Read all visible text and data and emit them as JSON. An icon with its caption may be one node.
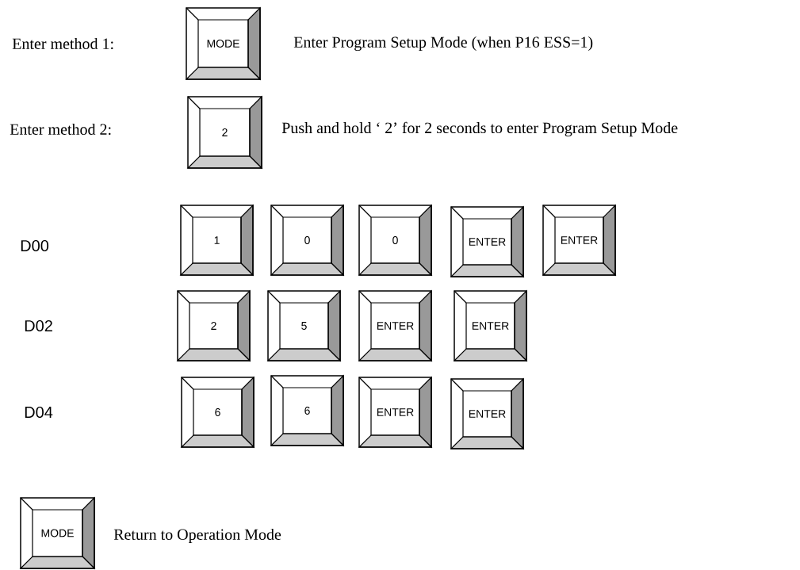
{
  "diagram": {
    "nodes": [
      {
        "text": [
          "MODE"
        ]
      },
      {
        "text": [
          "2"
        ]
      },
      {
        "text": [
          "1"
        ]
      },
      {
        "text": [
          "0"
        ]
      },
      {
        "text": [
          "0"
        ]
      },
      {
        "text": [
          "ENTER"
        ]
      },
      {
        "text": [
          "ENTER"
        ]
      },
      {
        "text": [
          "2"
        ]
      },
      {
        "text": [
          "5"
        ]
      },
      {
        "text": [
          "ENTER"
        ]
      },
      {
        "text": [
          "ENTER"
        ]
      },
      {
        "text": [
          "6"
        ]
      },
      {
        "text": [
          "6"
        ]
      },
      {
        "text": [
          "ENTER"
        ]
      },
      {
        "text": [
          "ENTER"
        ]
      },
      {
        "text": [
          "MODE"
        ]
      }
    ],
    "labels": [
      "Enter method 1:",
      "Enter Program Setup Mode (when P16 ESS=1)",
      "Enter method 2:",
      "Push and hold ‘ 2’  for 2 seconds to enter Program Setup Mode",
      "D00",
      "D02",
      "D04",
      "Return to Operation Mode"
    ]
  }
}
